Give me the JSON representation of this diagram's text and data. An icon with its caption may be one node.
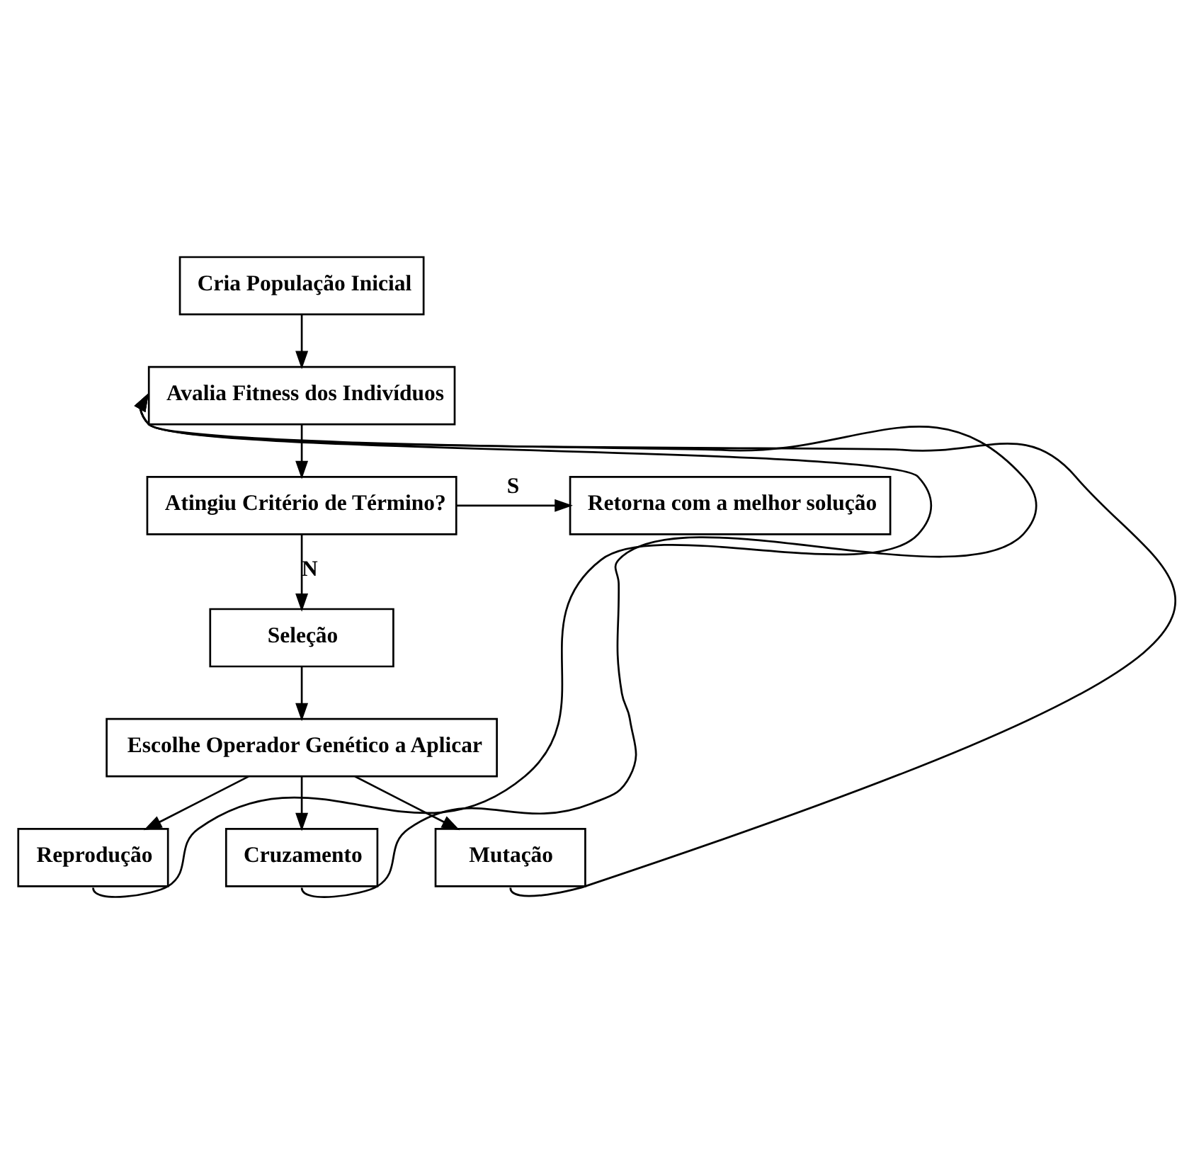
{
  "diagram": {
    "nodes": [
      {
        "text": [
          "Cria População Inicial"
        ]
      },
      {
        "text": [
          "Avalia Fitness dos Indivíduos"
        ]
      },
      {
        "text": [
          "Atingiu Critério de Término?"
        ]
      },
      {
        "text": [
          "Retorna com a melhor solução"
        ]
      },
      {
        "text": [
          "Seleção"
        ]
      },
      {
        "text": [
          "Escolhe Operador Genético a Aplicar"
        ]
      },
      {
        "text": [
          "Reprodução"
        ]
      },
      {
        "text": [
          "Cruzamento"
        ]
      },
      {
        "text": [
          "Mutação"
        ]
      }
    ],
    "edges": [
      {
        "from": 0,
        "to": 1,
        "arrow": "to"
      },
      {
        "from": 1,
        "to": 2,
        "arrow": "to"
      },
      {
        "from": 2,
        "to": 3,
        "arrow": "to",
        "label": "S"
      },
      {
        "from": 2,
        "to": 4,
        "arrow": "to",
        "label": "N"
      },
      {
        "from": 4,
        "to": 5,
        "arrow": "to"
      },
      {
        "from": 5,
        "to": 6,
        "arrow": "to"
      },
      {
        "from": 5,
        "to": 7,
        "arrow": "to"
      },
      {
        "from": 5,
        "to": 8,
        "arrow": "to"
      },
      {
        "from": 6,
        "to": 1,
        "arrow": "to"
      },
      {
        "from": 7,
        "to": 1,
        "arrow": "to"
      },
      {
        "from": 8,
        "to": 1,
        "arrow": "to"
      }
    ]
  }
}
